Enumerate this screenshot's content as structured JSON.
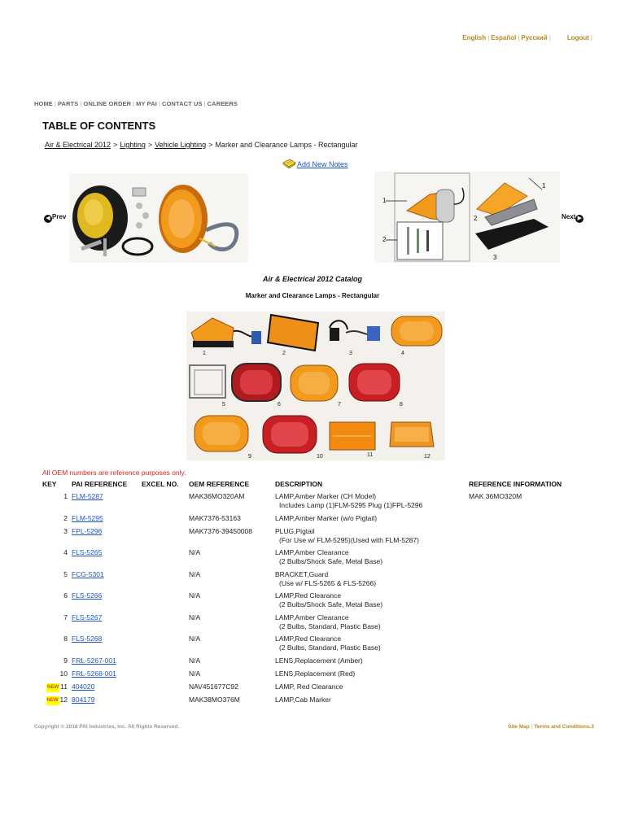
{
  "header": {
    "languages": [
      "English",
      "Español",
      "Русский"
    ],
    "logout": "Logout"
  },
  "nav": {
    "items": [
      "HOME",
      "PARTS",
      "ONLINE ORDER",
      "MY PAI",
      "CONTACT US",
      "CAREERS"
    ]
  },
  "page": {
    "title": "TABLE OF CONTENTS",
    "breadcrumb": {
      "items": [
        "Air & Electrical 2012",
        "Lighting",
        "Vehicle Lighting"
      ],
      "current": "Marker and Clearance Lamps - Rectangular",
      "separator": ">"
    },
    "add_notes": "Add New Notes",
    "prev_label": "Prev",
    "next_label": "Next",
    "catalog_title": "Air & Electrical 2012 Catalog",
    "section_title": "Marker and Clearance Lamps - Rectangular",
    "oem_note": "All OEM numbers are reference purposes only."
  },
  "diagram_callouts": {
    "parts_grid": [
      "1",
      "2",
      "3",
      "4",
      "5",
      "6",
      "7",
      "8",
      "9",
      "10",
      "11",
      "12"
    ],
    "banner_right": [
      "1",
      "2",
      "2",
      "3",
      "1"
    ]
  },
  "table": {
    "headers": {
      "key": "KEY",
      "pai_ref": "PAI REFERENCE",
      "excel": "EXCEL NO.",
      "oem": "OEM REFERENCE",
      "desc": "DESCRIPTION",
      "info": "REFERENCE INFORMATION"
    },
    "new_badge": "NEW",
    "rows": [
      {
        "key": "1",
        "ref": "FLM-5287",
        "excel": "",
        "oem": "MAK36MO320AM",
        "desc": "LAMP,Amber Marker (CH Model)",
        "desc2": "Includes Lamp (1)FLM-5295 Plug (1)FPL-5296",
        "info": "MAK 36MO320M",
        "new": false
      },
      {
        "key": "2",
        "ref": "FLM-5295",
        "excel": "",
        "oem": "MAK7376-53163",
        "desc": "LAMP,Amber Marker (w/o Pigtail)",
        "desc2": "",
        "info": "",
        "new": false
      },
      {
        "key": "3",
        "ref": "FPL-5296",
        "excel": "",
        "oem": "MAK7376-39450008",
        "desc": "PLUG,Pigtail",
        "desc2": "(For Use w/ FLM-5295)(Used with FLM-5287)",
        "info": "",
        "new": false
      },
      {
        "key": "4",
        "ref": "FLS-5265",
        "excel": "",
        "oem": "N/A",
        "desc": "LAMP,Amber Clearance",
        "desc2": "(2 Bulbs/Shock Safe, Metal Base)",
        "info": "",
        "new": false
      },
      {
        "key": "5",
        "ref": "FCG-5301",
        "excel": "",
        "oem": "N/A",
        "desc": "BRACKET,Guard",
        "desc2": "(Use w/ FLS-5265 & FLS-5266)",
        "info": "",
        "new": false
      },
      {
        "key": "6",
        "ref": "FLS-5266",
        "excel": "",
        "oem": "N/A",
        "desc": "LAMP,Red Clearance",
        "desc2": "(2 Bulbs/Shock Safe, Metal Base)",
        "info": "",
        "new": false
      },
      {
        "key": "7",
        "ref": "FLS-5267",
        "excel": "",
        "oem": "N/A",
        "desc": "LAMP,Amber Clearance",
        "desc2": "(2 Bulbs, Standard, Plastic Base)",
        "info": "",
        "new": false
      },
      {
        "key": "8",
        "ref": "FLS-5268",
        "excel": "",
        "oem": "N/A",
        "desc": "LAMP,Red Clearance",
        "desc2": "(2 Bulbs, Standard, Plastic Base)",
        "info": "",
        "new": false
      },
      {
        "key": "9",
        "ref": "FRL-5267-001",
        "excel": "",
        "oem": "N/A",
        "desc": "LENS,Replacement (Amber)",
        "desc2": "",
        "info": "",
        "new": false
      },
      {
        "key": "10",
        "ref": "FRL-5268-001",
        "excel": "",
        "oem": "N/A",
        "desc": "LENS,Replacement (Red)",
        "desc2": "",
        "info": "",
        "new": false
      },
      {
        "key": "11",
        "ref": "404020",
        "excel": "",
        "oem": "NAV451677C92",
        "desc": "LAMP, Red Clearance",
        "desc2": "",
        "info": "",
        "new": true
      },
      {
        "key": "12",
        "ref": "804179",
        "excel": "",
        "oem": "MAK38MO376M",
        "desc": "LAMP,Cab Marker",
        "desc2": "",
        "info": "",
        "new": true
      }
    ]
  },
  "footer": {
    "copyright": "Copyright © 2018 PAI Industries, Inc. All Rights Reserved.",
    "links": [
      "Site Map",
      "Terms and Conditions.3"
    ]
  },
  "colors": {
    "accent_gold": "#b38a1e",
    "link_blue": "#1a55cc",
    "warning_red": "#e02020",
    "amber": "#f29a1c",
    "lamp_red": "#c81f24"
  }
}
